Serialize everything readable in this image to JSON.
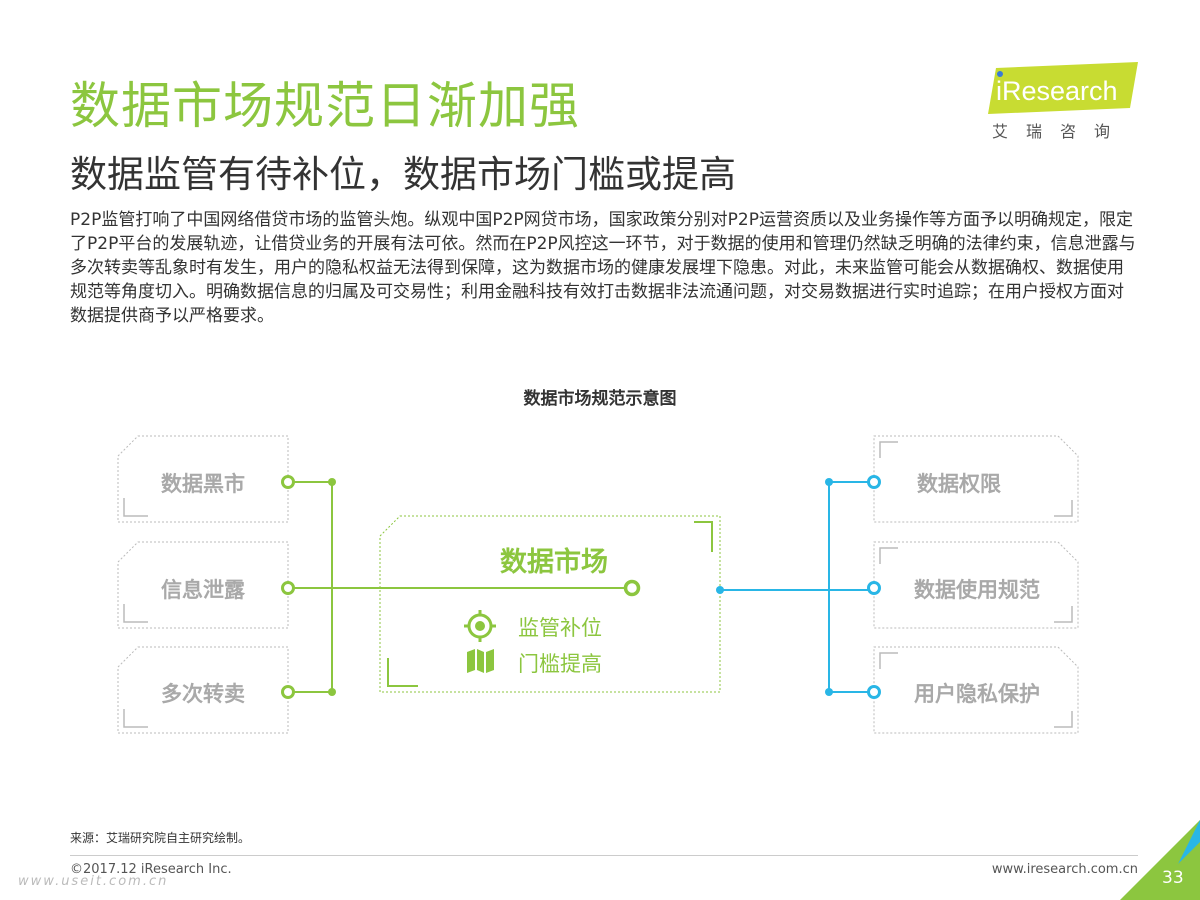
{
  "header": {
    "title": "数据市场规范日渐加强",
    "subtitle": "数据监管有待补位，数据市场门槛或提高",
    "body": "P2P监管打响了中国网络借贷市场的监管头炮。纵观中国P2P网贷市场，国家政策分别对P2P运营资质以及业务操作等方面予以明确规定，限定了P2P平台的发展轨迹，让借贷业务的开展有法可依。然而在P2P风控这一环节，对于数据的使用和管理仍然缺乏明确的法律约束，信息泄露与多次转卖等乱象时有发生，用户的隐私权益无法得到保障，这为数据市场的健康发展埋下隐患。对此，未来监管可能会从数据确权、数据使用规范等角度切入。明确数据信息的归属及可交易性；利用金融科技有效打击数据非法流通问题，对交易数据进行实时追踪；在用户授权方面对数据提供商予以严格要求。"
  },
  "logo": {
    "brand": "iResearch",
    "subtitle": "艾瑞咨询",
    "color": "#c8dc32"
  },
  "diagram": {
    "title": "数据市场规范示意图",
    "left_nodes": [
      "数据黑市",
      "信息泄露",
      "多次转卖"
    ],
    "right_nodes": [
      "数据权限",
      "数据使用规范",
      "用户隐私保护"
    ],
    "center": {
      "title": "数据市场",
      "items": [
        {
          "icon": "target-icon",
          "label": "监管补位"
        },
        {
          "icon": "map-icon",
          "label": "门槛提高"
        }
      ]
    },
    "colors": {
      "green": "#8cc63f",
      "blue": "#29b6e6",
      "gray": "#bbbbbb"
    }
  },
  "footer": {
    "source": "来源：艾瑞研究院自主研究绘制。",
    "copyright": "©2017.12 iResearch Inc.",
    "website": "www.iresearch.com.cn",
    "page": "33",
    "watermark": "www.useit.com.cn"
  }
}
